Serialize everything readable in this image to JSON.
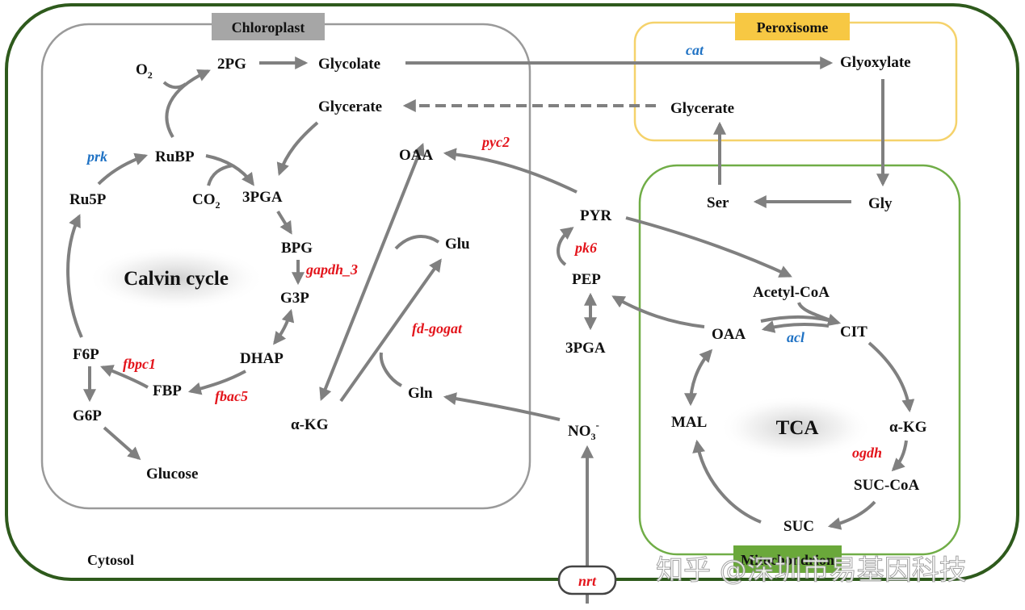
{
  "compartments": {
    "cytosol": {
      "label": "Cytosol",
      "color": "#2e5a1c"
    },
    "chloroplast": {
      "label": "Chloroplast",
      "color": "#9a9a9a",
      "label_bg": "#a6a6a6"
    },
    "peroxisome": {
      "label": "Peroxisome",
      "color": "#f5d26b",
      "label_bg": "#f7c843"
    },
    "mitochondrion": {
      "label": "Mitochondrion",
      "color": "#70ad47",
      "label_bg": "#6aa83a"
    }
  },
  "cycles": {
    "calvin": "Calvin cycle",
    "tca": "TCA"
  },
  "metabolites": {
    "o2": "O",
    "o2_sub": "2",
    "pg2": "2PG",
    "glycolate": "Glycolate",
    "glycerate_chl": "Glycerate",
    "rubp": "RuBP",
    "ru5p": "Ru5P",
    "co2": "CO",
    "co2_sub": "2",
    "pga3_chl": "3PGA",
    "bpg": "BPG",
    "g3p": "G3P",
    "dhap": "DHAP",
    "fbp": "FBP",
    "f6p": "F6P",
    "g6p": "G6P",
    "glucose": "Glucose",
    "oaa_chl": "OAA",
    "glu": "Glu",
    "gln": "Gln",
    "akg_chl": "α-KG",
    "pyr": "PYR",
    "pep": "PEP",
    "pga3_cyt": "3PGA",
    "no3": "NO",
    "no3_sub": "3",
    "no3_sup": "-",
    "glyoxylate": "Glyoxylate",
    "glycerate_per": "Glycerate",
    "ser": "Ser",
    "gly": "Gly",
    "acetyl_coa": "Acetyl-CoA",
    "oaa_mit": "OAA",
    "cit": "CIT",
    "akg_mit": "α-KG",
    "mal": "MAL",
    "suc_coa": "SUC-CoA",
    "suc": "SUC"
  },
  "enzymes": {
    "prk": {
      "label": "prk",
      "regulation": "down",
      "color": "#1f72c4"
    },
    "cat": {
      "label": "cat",
      "regulation": "down",
      "color": "#1f72c4"
    },
    "acl": {
      "label": "acl",
      "regulation": "down",
      "color": "#1f72c4"
    },
    "pyc2": {
      "label": "pyc2",
      "regulation": "up",
      "color": "#e3141b"
    },
    "gapdh_3": {
      "label": "gapdh_3",
      "regulation": "up",
      "color": "#e3141b"
    },
    "fbpc1": {
      "label": "fbpc1",
      "regulation": "up",
      "color": "#e3141b"
    },
    "fbac5": {
      "label": "fbac5",
      "regulation": "up",
      "color": "#e3141b"
    },
    "fd_gogat": {
      "label": "fd-gogat",
      "regulation": "up",
      "color": "#e3141b"
    },
    "pk6": {
      "label": "pk6",
      "regulation": "up",
      "color": "#e3141b"
    },
    "ogdh": {
      "label": "ogdh",
      "regulation": "up",
      "color": "#e3141b"
    },
    "nrt": {
      "label": "nrt",
      "regulation": "up",
      "color": "#e3141b"
    }
  },
  "watermark": "知乎 @深圳市易基因科技",
  "arrow_color": "#808080"
}
